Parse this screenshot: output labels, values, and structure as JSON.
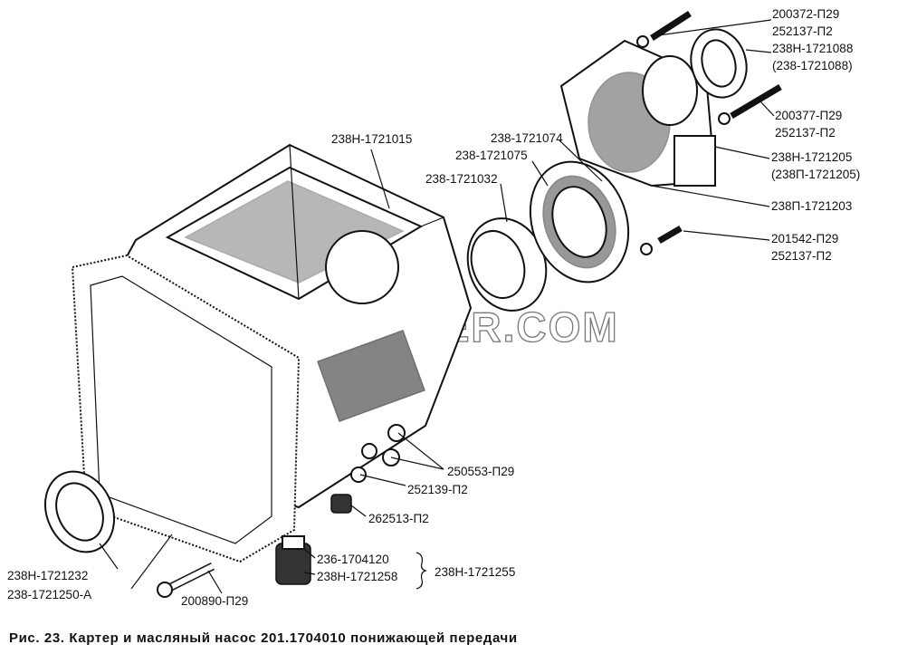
{
  "caption": "Рис. 23. Картер и масляный насос 201.1704010 понижающей передачи",
  "watermark": "SPECSERVER.COM",
  "labels": {
    "l01": "200372-П29",
    "l02": "252137-П2",
    "l03": "238Н-1721088",
    "l04": "(238-1721088)",
    "l05": "200377-П29",
    "l06": "252137-П2",
    "l07": "238Н-1721205",
    "l08": "(238П-1721205)",
    "l09": "238П-1721203",
    "l10": "201542-П29",
    "l11": "252137-П2",
    "l12": "238Н-1721015",
    "l13": "238-1721074",
    "l14": "238-1721075",
    "l15": "238-1721032",
    "l16": "250553-П29",
    "l17": "252139-П2",
    "l18": "262513-П2",
    "l19": "236-1704120",
    "l20": "238Н-1721258",
    "l21": "238Н-1721255",
    "l22": "238Н-1721232",
    "l23": "238-1721250-А",
    "l24": "200890-П29"
  }
}
